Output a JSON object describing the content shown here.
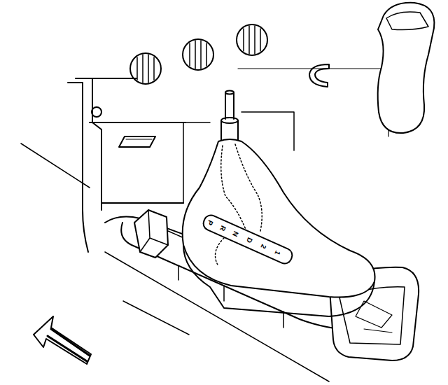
{
  "diagram": {
    "labels": [
      "P",
      "R",
      "N",
      "D",
      "2",
      "1"
    ]
  }
}
